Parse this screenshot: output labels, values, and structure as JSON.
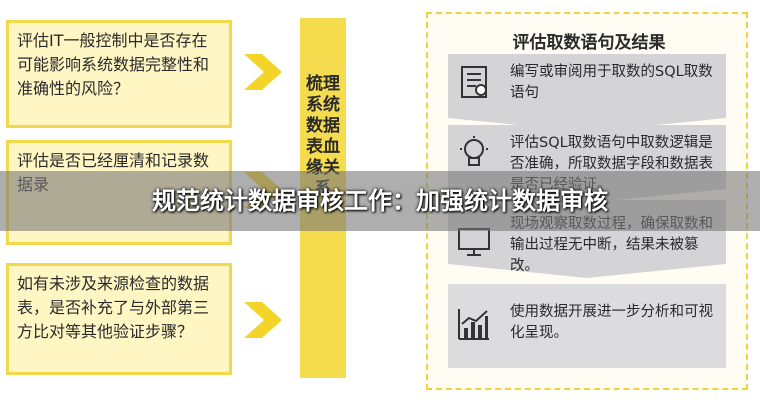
{
  "left_questions": [
    "评估IT一般控制中是否存在可能影响系统数据完整性和准确性的风险？",
    "评估是否已经厘清和记录数据录",
    "如有未涉及来源检查的数据表，是否补充了与外部第三方比对等其他验证步骤？"
  ],
  "middle_label": "梳理系统数据表血缘关系",
  "right_panel": {
    "title": "评估取数语句及结果",
    "steps": [
      {
        "icon": "checklist-icon",
        "text": "编写或审阅用于取数的SQL取数语句"
      },
      {
        "icon": "lightbulb-gear-icon",
        "text": "评估SQL取数语句中取数逻辑是否准确，所取数据字段和数据表是否已经验证。"
      },
      {
        "icon": "monitor-icon",
        "text": "现场观察取数过程，确保取数和输出过程无中断，结果未被篡改。"
      },
      {
        "icon": "bar-chart-icon",
        "text": "使用数据开展进一步分析和可视化呈现。"
      }
    ]
  },
  "banner_title": "规范统计数据审核工作：加强统计数据审核",
  "colors": {
    "accent_yellow": "#f4dc4e",
    "light_yellow": "#fff6c4",
    "step_gray": "#d4d4d6"
  }
}
